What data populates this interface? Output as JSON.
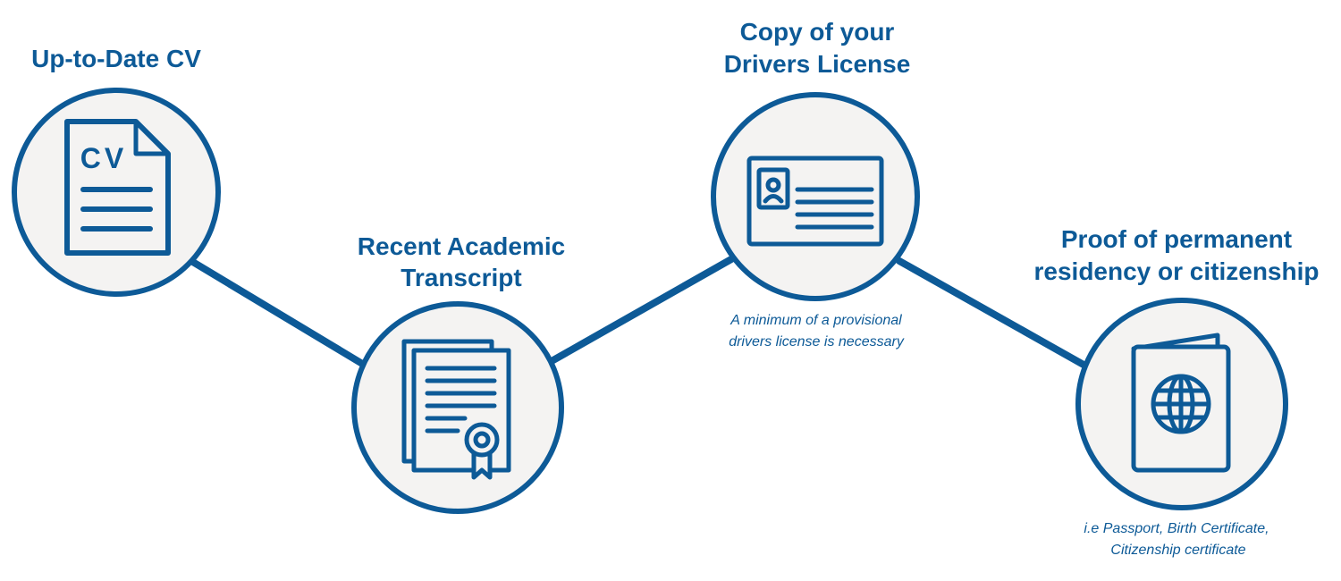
{
  "colors": {
    "accent": "#0d5a97",
    "circle_fill": "#f4f3f2",
    "background": "#ffffff"
  },
  "steps": [
    {
      "icon": "cv-document-icon",
      "title_lines": [
        "Up-to-Date CV"
      ],
      "note_lines": [],
      "icon_text": "CV"
    },
    {
      "icon": "transcript-certificate-icon",
      "title_lines": [
        "Recent Academic",
        "Transcript"
      ],
      "note_lines": []
    },
    {
      "icon": "id-card-icon",
      "title_lines": [
        "Copy of your",
        "Drivers License"
      ],
      "note_lines": [
        "A minimum of a provisional",
        "drivers license is necessary"
      ]
    },
    {
      "icon": "passport-icon",
      "title_lines": [
        "Proof of permanent",
        "residency or citizenship"
      ],
      "note_lines": [
        "i.e Passport, Birth Certificate,",
        "Citizenship certificate"
      ]
    }
  ]
}
